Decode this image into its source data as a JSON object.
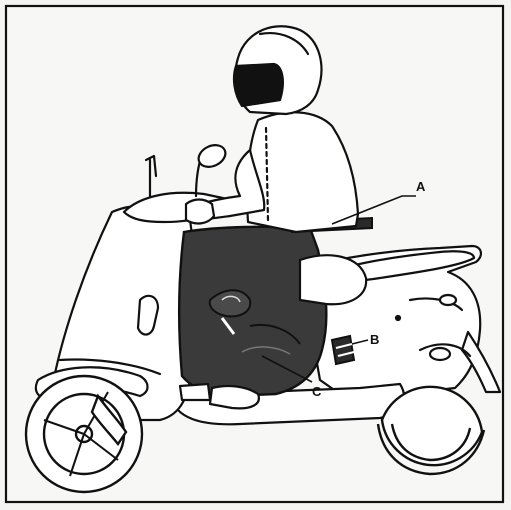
{
  "callouts": {
    "a": "A",
    "b": "B",
    "c": "C"
  },
  "colors": {
    "line": "#111111",
    "apron_fill": "#3a3a3a",
    "page_bg": "#f4f4f2",
    "scooter_fill": "#ffffff"
  }
}
